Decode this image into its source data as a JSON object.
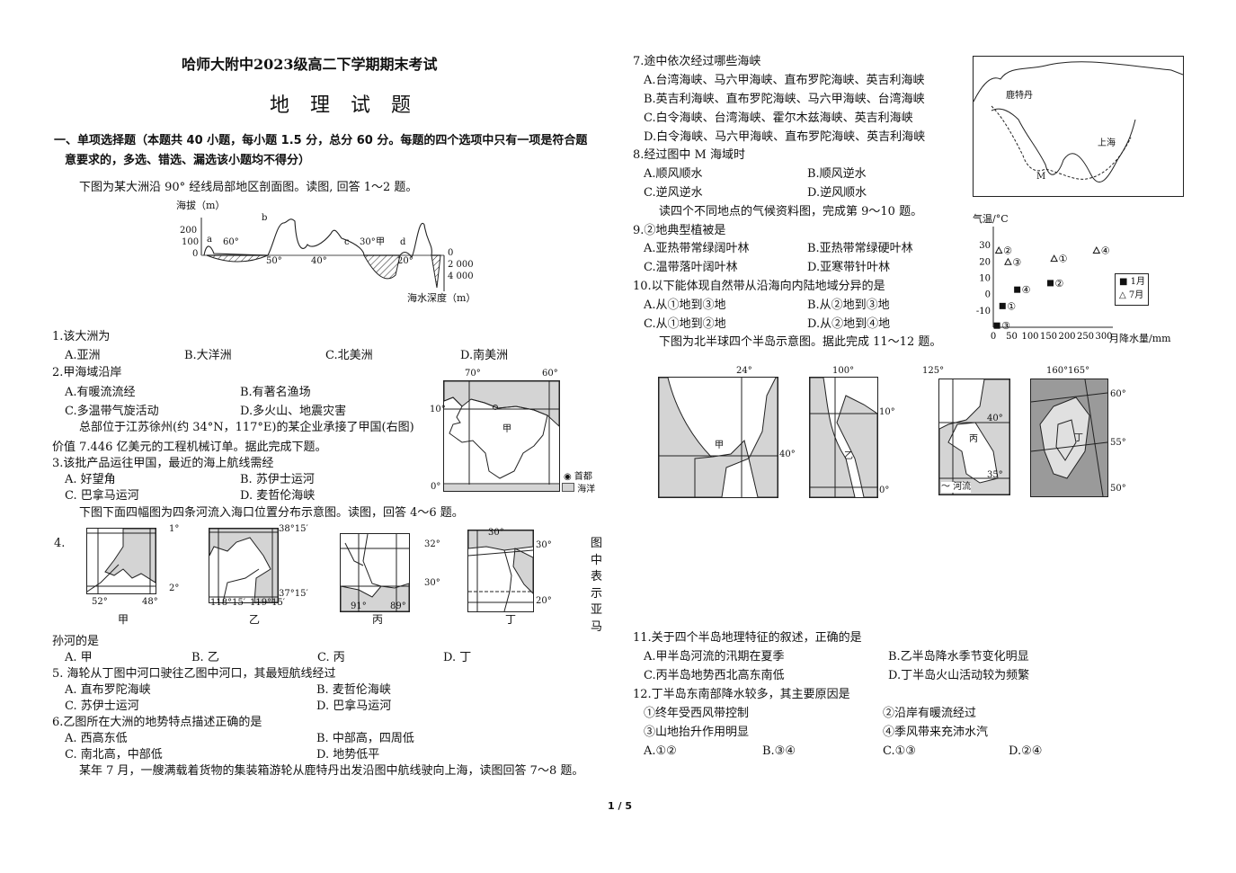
{
  "header": {
    "title": "哈师大附中2023级高二下学期期末考试",
    "subtitle": "地 理 试 题"
  },
  "section": {
    "heading_1": "一、单项选择题（本题共 40 小题，每小题 1.5 分，总分 60 分。每题的四个选项中只有一项是符合题",
    "heading_2": "意要求的，多选、错选、漏选该小题均不得分）"
  },
  "intro_1_2": "下图为某大洲沿 90° 经线局部地区剖面图。读图, 回答 1～2 题。",
  "profile": {
    "ylabel_top": "海拔（m）",
    "ylabel_bottom": "海水深度（m）",
    "y_ticks": [
      "200",
      "100",
      "0"
    ],
    "depth_ticks": [
      "0",
      "2 000",
      "4 000"
    ],
    "lat_labels": [
      "60°",
      "50°",
      "40°",
      "30°",
      "20°"
    ],
    "points": [
      "a",
      "b",
      "c",
      "甲",
      "d"
    ]
  },
  "q1": {
    "stem": "1.该大洲为",
    "options": [
      "A.亚洲",
      "B.大洋洲",
      "C.北美洲",
      "D.南美洲"
    ]
  },
  "q2": {
    "stem": "2.甲海域沿岸",
    "options": [
      "A.有暖流流经",
      "B.有著名渔场",
      "C.多温带气旋活动",
      "D.多火山、地震灾害"
    ]
  },
  "passage_3": {
    "line1": "总部位于江苏徐州(约 34°N，117°E)的某企业承接了甲国(右图)",
    "line2": "价值 7.446 亿美元的工程机械订单。据此完成下题。"
  },
  "map_jia_country": {
    "lon": [
      "70°",
      "60°"
    ],
    "lat": [
      "10°",
      "0°"
    ],
    "label": "甲",
    "legend_capital": "首都",
    "legend_ocean": "海洋"
  },
  "q3": {
    "stem": "3.该批产品运往甲国，最近的海上航线需经",
    "options": [
      "A. 好望角",
      "B. 苏伊士运河",
      "C. 巴拿马运河",
      "D. 麦哲伦海峡"
    ]
  },
  "intro_4_6": "下图下面四幅图为四条河流入海口位置分布示意图。读图，回答 4～6 题。",
  "river_maps": [
    {
      "name": "甲",
      "labels": [
        "1°",
        "2°",
        "52°",
        "48°"
      ]
    },
    {
      "name": "乙",
      "labels": [
        "38°15′",
        "37°15′",
        "118°15′",
        "119°15′"
      ]
    },
    {
      "name": "丙",
      "labels": [
        "32°",
        "30°",
        "91°",
        "89°"
      ]
    },
    {
      "name": "丁",
      "labels": [
        "30°",
        "30°",
        "20°"
      ]
    }
  ],
  "q4": {
    "number": "4.",
    "stem_vertical": "图中表示亚马",
    "stem_cont": "孙河的是",
    "options": [
      "A. 甲",
      "B. 乙",
      "C. 丙",
      "D. 丁"
    ]
  },
  "q5": {
    "stem": "5. 海轮从丁图中河口驶往乙图中河口，其最短航线经过",
    "options": [
      "A. 直布罗陀海峡",
      "B. 麦哲伦海峡",
      "C. 苏伊士运河",
      "D. 巴拿马运河"
    ]
  },
  "q6": {
    "stem": "6.乙图所在大洲的地势特点描述正确的是",
    "options": [
      "A. 西高东低",
      "B. 中部高，四周低",
      "C. 南北高，中部低",
      "D. 地势低平"
    ]
  },
  "passage_7_8": "某年 7 月，一艘满载着货物的集装箱游轮从鹿特丹出发沿图中航线驶向上海，读图回答 7～8 题。",
  "q7": {
    "stem": "7.途中依次经过哪些海峡",
    "options": [
      "A.台湾海峡、马六甲海峡、直布罗陀海峡、英吉利海峡",
      "B.英吉利海峡、直布罗陀海峡、马六甲海峡、台湾海峡",
      "C.白令海峡、台湾海峡、霍尔木兹海峡、英吉利海峡",
      "D.白令海峡、马六甲海峡、直布罗陀海峡、英吉利海峡"
    ]
  },
  "asia_map": {
    "labels": [
      "鹿特丹",
      "上海",
      "M"
    ]
  },
  "q8": {
    "stem": "8.经过图中 M 海域时",
    "options": [
      "A.顺风顺水",
      "B.顺风逆水",
      "C.逆风逆水",
      "D.逆风顺水"
    ]
  },
  "passage_9_10": "读四个不同地点的气候资料图，完成第 9～10 题。",
  "q9": {
    "stem": "9.②地典型植被是",
    "options": [
      "A.亚热带常绿阔叶林",
      "B.亚热带常绿硬叶林",
      "C.温带落叶阔叶林",
      "D.亚寒带针叶林"
    ]
  },
  "q10": {
    "stem": "10.以下能体现自然带从沿海向内陆地域分异的是",
    "options": [
      "A.从①地到③地",
      "B.从②地到③地",
      "C.从①地到②地",
      "D.从②地到④地"
    ]
  },
  "passage_11_12": "下图为北半球四个半岛示意图。据此完成 11～12 题。",
  "peninsula_maps": [
    {
      "name": "甲",
      "labels": [
        "24°",
        "40°"
      ]
    },
    {
      "name": "乙",
      "labels": [
        "100°",
        "10°",
        "0°"
      ]
    },
    {
      "name": "丙",
      "labels": [
        "125°",
        "40°",
        "35°"
      ],
      "legend": "河流"
    },
    {
      "name": "丁",
      "labels": [
        "160°",
        "165°",
        "60°",
        "55°",
        "50°"
      ]
    }
  ],
  "q11": {
    "stem": "11.关于四个半岛地理特征的叙述，正确的是",
    "options": [
      "A.甲半岛河流的汛期在夏季",
      "B.乙半岛降水季节变化明显",
      "C.丙半岛地势西北高东南低",
      "D.丁半岛火山活动较为频繁"
    ]
  },
  "q12": {
    "stem": "12.丁半岛东南部降水较多，其主要原因是",
    "items": [
      "①终年受西风带控制",
      "②沿岸有暖流经过",
      "③山地抬升作用明显",
      "④季风带来充沛水汽"
    ],
    "options": [
      "A.①②",
      "B.③④",
      "C.①③",
      "D.②④"
    ]
  },
  "footer": {
    "page": "1 / 5"
  },
  "chart_data": {
    "type": "scatter",
    "title": "",
    "xlabel": "月降水量/mm",
    "ylabel": "气温/°C",
    "xlim": [
      0,
      300
    ],
    "ylim": [
      -20,
      35
    ],
    "x_ticks": [
      "0",
      "50",
      "100",
      "150",
      "200",
      "250",
      "300"
    ],
    "y_ticks": [
      "30",
      "20",
      "10",
      "0",
      "-10"
    ],
    "legend_position": "right",
    "series": [
      {
        "name": "1月",
        "marker": "square",
        "points": [
          {
            "label": "①",
            "x": 25,
            "y": -7
          },
          {
            "label": "②",
            "x": 155,
            "y": 7
          },
          {
            "label": "③",
            "x": 10,
            "y": -19
          },
          {
            "label": "④",
            "x": 65,
            "y": 3
          }
        ]
      },
      {
        "name": "7月",
        "marker": "triangle",
        "points": [
          {
            "label": "①",
            "x": 165,
            "y": 22
          },
          {
            "label": "②",
            "x": 15,
            "y": 27
          },
          {
            "label": "③",
            "x": 40,
            "y": 20
          },
          {
            "label": "④",
            "x": 280,
            "y": 27
          }
        ]
      }
    ]
  }
}
